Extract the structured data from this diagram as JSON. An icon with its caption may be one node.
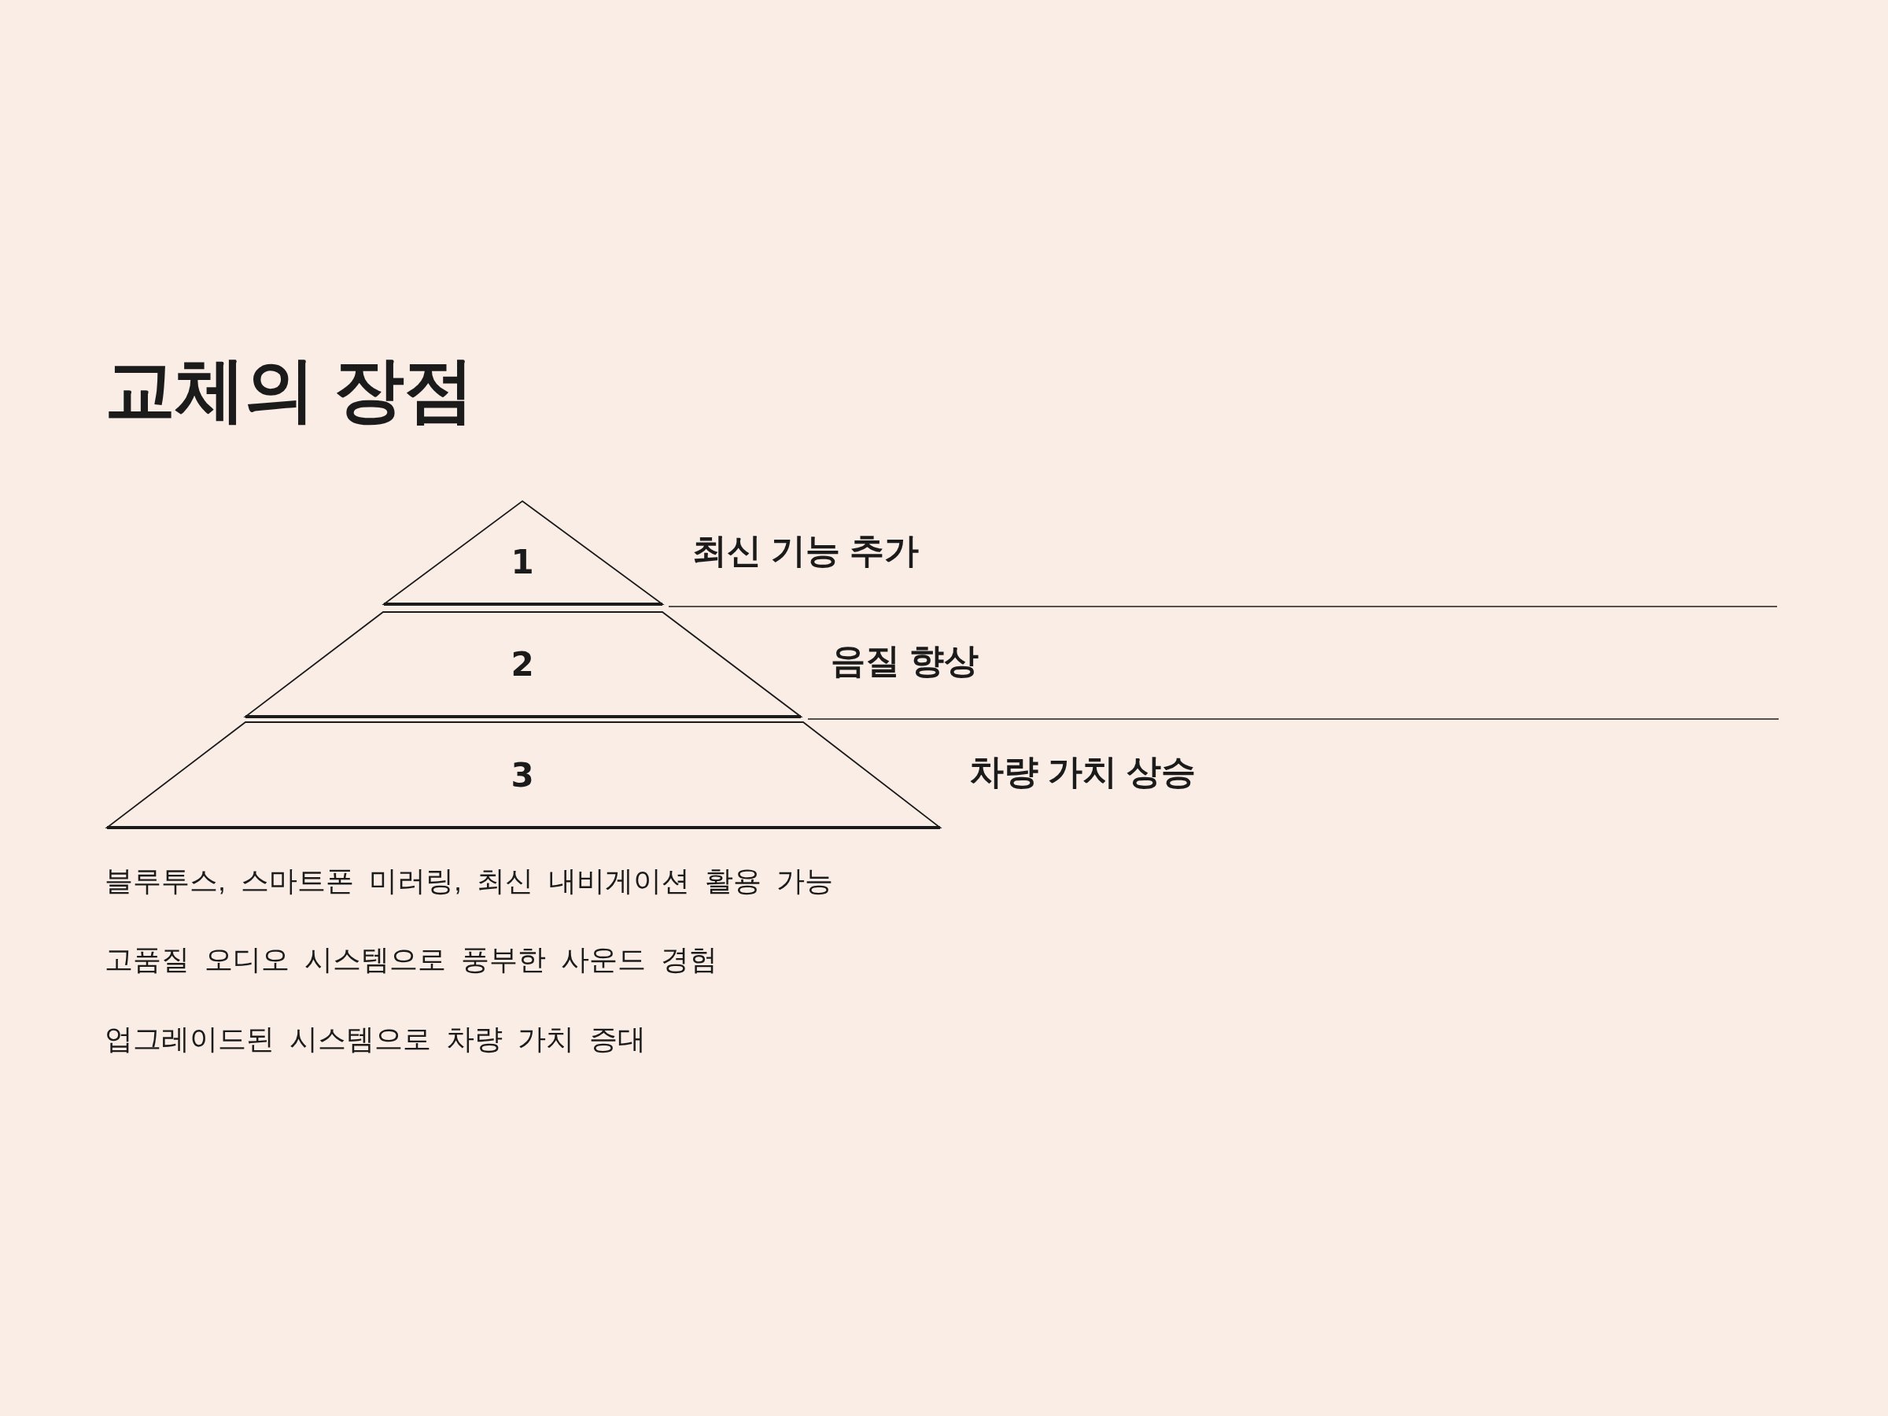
{
  "diagram": {
    "title": "교체의 장점",
    "nodes": [
      {
        "text": [
          "1"
        ],
        "beside": [
          "최신 기능 추가"
        ]
      },
      {
        "text": [
          "2"
        ],
        "beside": [
          "음질 향상"
        ]
      },
      {
        "text": [
          "3"
        ],
        "beside": [
          "차량 가치 상승"
        ]
      }
    ],
    "labels": [
      "블루투스, 스마트폰 미러링, 최신 내비게이션 활용 가능",
      "고품질 오디오 시스템으로 풍부한 사운드 경험",
      "업그레이드된 시스템으로 차량 가치 증대"
    ]
  }
}
